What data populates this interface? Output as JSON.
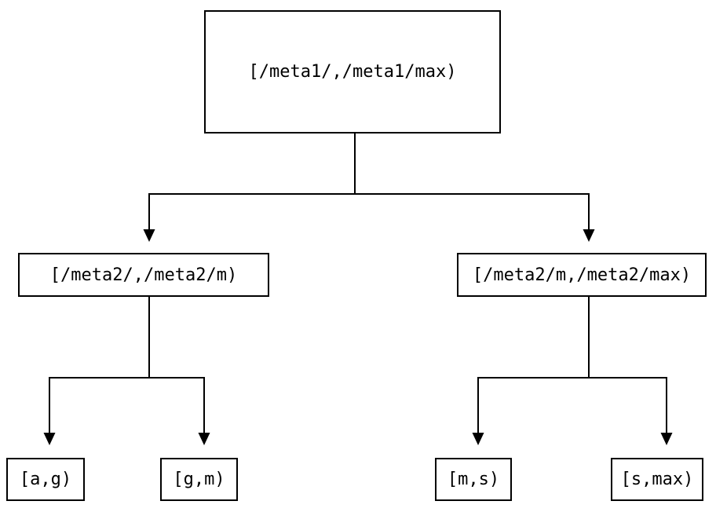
{
  "diagram": {
    "type": "tree",
    "description": "Interval partition tree with three levels",
    "nodes": {
      "root": {
        "label": "[/meta1/,/meta1/max)"
      },
      "left": {
        "label": "[/meta2/,/meta2/m)"
      },
      "right": {
        "label": "[/meta2/m,/meta2/max)"
      },
      "leaf_ag": {
        "label": "[a,g)"
      },
      "leaf_gm": {
        "label": "[g,m)"
      },
      "leaf_ms": {
        "label": "[m,s)"
      },
      "leaf_smax": {
        "label": "[s,max)"
      }
    },
    "edges": [
      {
        "from": "root",
        "to": "left"
      },
      {
        "from": "root",
        "to": "right"
      },
      {
        "from": "left",
        "to": "leaf_ag"
      },
      {
        "from": "left",
        "to": "leaf_gm"
      },
      {
        "from": "right",
        "to": "leaf_ms"
      },
      {
        "from": "right",
        "to": "leaf_smax"
      }
    ],
    "colors": {
      "background": "#ffffff",
      "line": "#000000",
      "box_border": "#000000",
      "text": "#000000"
    }
  }
}
